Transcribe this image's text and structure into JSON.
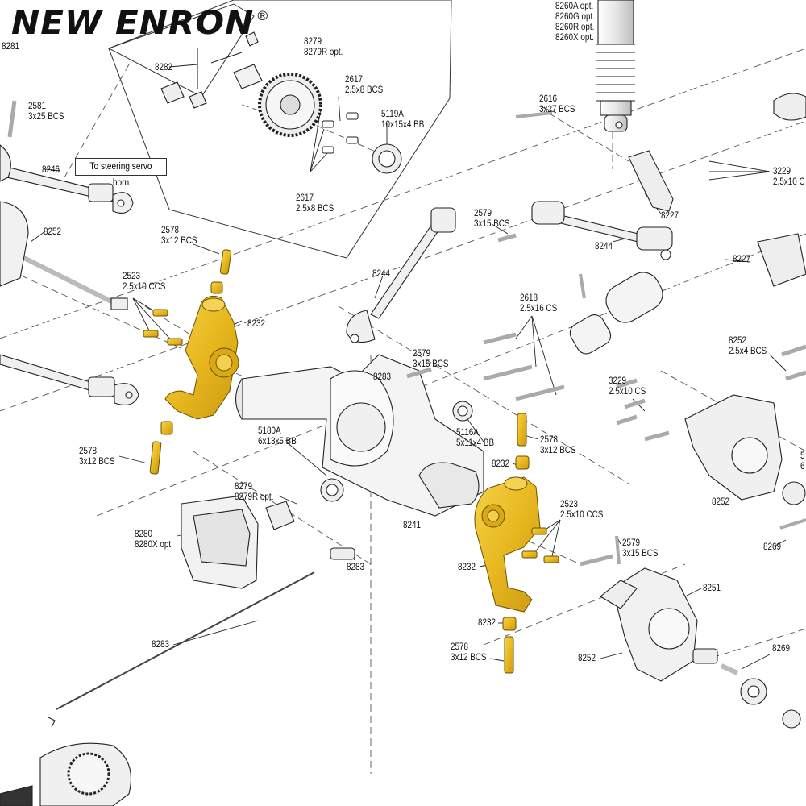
{
  "brand": {
    "name": "NEW ENRON",
    "mark": "®"
  },
  "callout": {
    "text": "To steering servo horn"
  },
  "colors": {
    "highlight": "#e8b820",
    "line": "#333333",
    "background": "#ffffff"
  },
  "labels": {
    "p8281": [
      "8281"
    ],
    "p8279_top": [
      "8279",
      "8279R opt."
    ],
    "p8282": [
      "8282"
    ],
    "p2617_top": [
      "2617",
      "2.5x8 BCS"
    ],
    "p5119a": [
      "5119A",
      "10x15x4 BB"
    ],
    "p2617_bot": [
      "2617",
      "2.5x8 BCS"
    ],
    "p8260": [
      "8260A opt.",
      "8260G opt.",
      "8260R opt.",
      "8260X opt."
    ],
    "p2581": [
      "2581",
      "3x25 BCS"
    ],
    "p8246": [
      "8246"
    ],
    "p8252_left": [
      "8252"
    ],
    "p2616": [
      "2616",
      "3x27 BCS"
    ],
    "p3229_top": [
      "3229",
      "2.5x10 C"
    ],
    "p8227_top": [
      "8227"
    ],
    "p8227_right": [
      "8227"
    ],
    "p2579_top": [
      "2579",
      "3x15 BCS"
    ],
    "p8244_right": [
      "8244"
    ],
    "p2578_tl": [
      "2578",
      "3x12 BCS"
    ],
    "p8232_tl": [
      "8232"
    ],
    "p2523_left": [
      "2523",
      "2.5x10 CCS"
    ],
    "p8244_mid": [
      "8244"
    ],
    "p2618": [
      "2618",
      "2.5x16 CS"
    ],
    "p8252_right": [
      "8252",
      "2.5x4 BCS"
    ],
    "p2579_mid": [
      "2579",
      "3x15 BCS"
    ],
    "p8283_top": [
      "8283"
    ],
    "p3229_mid": [
      "3229",
      "2.5x10 CS"
    ],
    "p5180a": [
      "5180A",
      "6x13x5 BB"
    ],
    "p5116a": [
      "5116A",
      "5x11x4 BB"
    ],
    "p2578_bl": [
      "2578",
      "3x12 BCS"
    ],
    "p2578_mr": [
      "2578",
      "3x12 BCS"
    ],
    "p8232_mr": [
      "8232"
    ],
    "p8279_mid": [
      "8279",
      "8279R opt."
    ],
    "p8252_rr": [
      "8252"
    ],
    "p6_edge": [
      "5",
      "6"
    ],
    "p2523_right": [
      "2523",
      "2.5x10 CCS"
    ],
    "p8280": [
      "8280",
      "8280X opt."
    ],
    "p8241": [
      "8241"
    ],
    "p8283_mid": [
      "8283"
    ],
    "p8232_br": [
      "8232"
    ],
    "p2579_low": [
      "2579",
      "3x15 BCS"
    ],
    "p8269_top": [
      "8269"
    ],
    "p8251": [
      "8251"
    ],
    "p8283_low": [
      "8283"
    ],
    "p8232_low": [
      "8232"
    ],
    "p2578_br": [
      "2578",
      "3x12 BCS"
    ],
    "p8252_low": [
      "8252"
    ],
    "p8269_low": [
      "8269"
    ]
  }
}
